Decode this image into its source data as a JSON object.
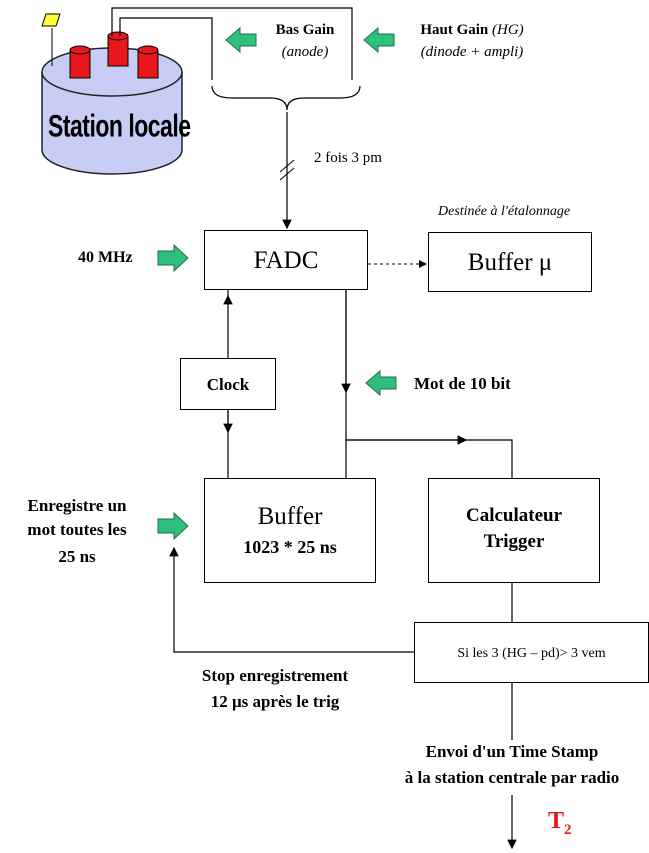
{
  "station": {
    "label": "Station locale",
    "colors": {
      "cylinder": "#c8cdf5",
      "pmt": "#e8171b",
      "flag": "#ffff33"
    }
  },
  "inputs": {
    "low_gain": {
      "title": "Bas Gain",
      "sub": "(anode)"
    },
    "high_gain": {
      "title_bold": "Haut Gain",
      "title_ital": "(HG)",
      "sub": "(dinode + ampli)"
    }
  },
  "link_label": "2 fois 3 pm",
  "fadc": {
    "label": "FADC",
    "clock_input": "40 MHz"
  },
  "buffer_mu": {
    "label": "Buffer μ",
    "note": "Destinée à l'étalonnage"
  },
  "clock": {
    "label": "Clock"
  },
  "word_label": "Mot de 10 bit",
  "buffer": {
    "label": "Buffer",
    "sub": "1023 * 25 ns"
  },
  "record_note": [
    "Enregistre un",
    "mot toutes les",
    "25 ns"
  ],
  "trigger": {
    "line1": "Calculateur",
    "line2": "Trigger"
  },
  "condition": "Si les 3  (HG – pd)> 3 vem",
  "stop_note": [
    "Stop enregistrement",
    "12 μs après le trig"
  ],
  "send_note": [
    "Envoi d'un Time Stamp",
    "à la station centrale par radio"
  ],
  "output": {
    "label": "T",
    "sub": "2",
    "color": "#e8171b"
  },
  "arrow_color": "#2fbf7a"
}
